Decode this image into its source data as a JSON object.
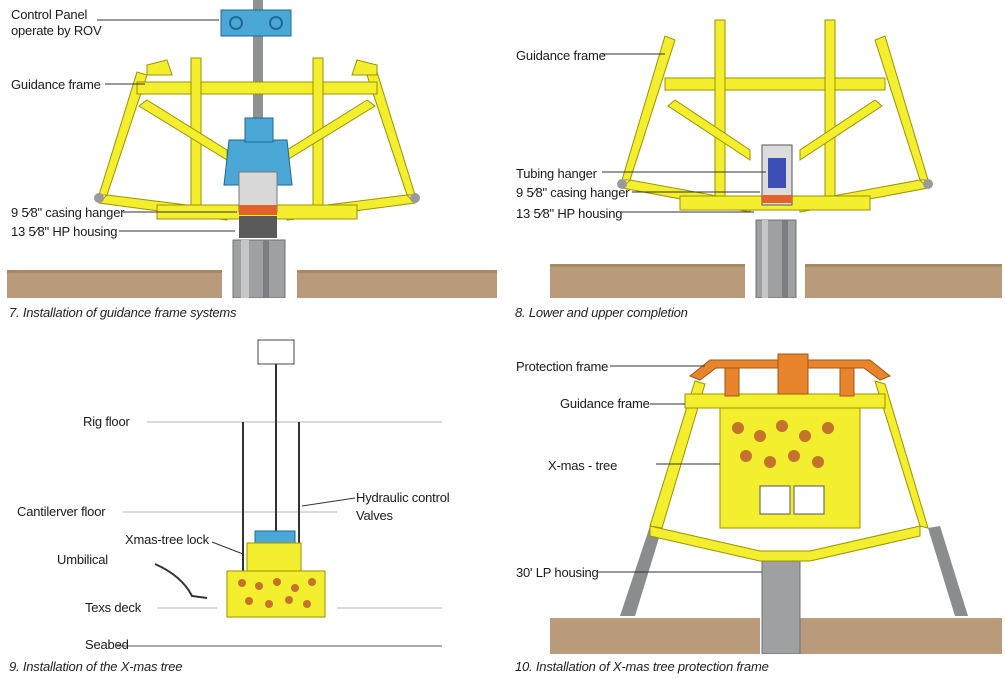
{
  "colors": {
    "frame": "#f3ee2e",
    "frame_edge": "#9b9400",
    "ground": "#b99a7a",
    "ground_top": "#a88966",
    "housing": "#9ea0a2",
    "control_blue": "#4aa7d6",
    "protection_orange": "#e8842c",
    "orange": "#e3622b",
    "leader": "#333333"
  },
  "panels": [
    {
      "caption": "7. Installation of guidance frame systems",
      "labels": [
        "Control Panel",
        "operate by ROV",
        "Guidance frame",
        "9 5⁄8\" casing hanger",
        "13 5⁄8\" HP housing"
      ]
    },
    {
      "caption": "8. Lower and upper completion",
      "labels": [
        "Guidance frame",
        "Tubing hanger",
        "9 5⁄8\" casing hanger",
        "13 5⁄8\" HP housing"
      ]
    },
    {
      "caption": "9. Installation of the X-mas tree",
      "labels": [
        "Rig floor",
        "Cantilerver floor",
        "Hydraulic control",
        "Valves",
        "Xmas-tree lock",
        "Umbilical",
        "Texs deck",
        "Seabed"
      ]
    },
    {
      "caption": "10. Installation of X-mas tree protection frame",
      "labels": [
        "Protection frame",
        "Guidance frame",
        "X-mas - tree",
        "30' LP housing"
      ]
    }
  ]
}
